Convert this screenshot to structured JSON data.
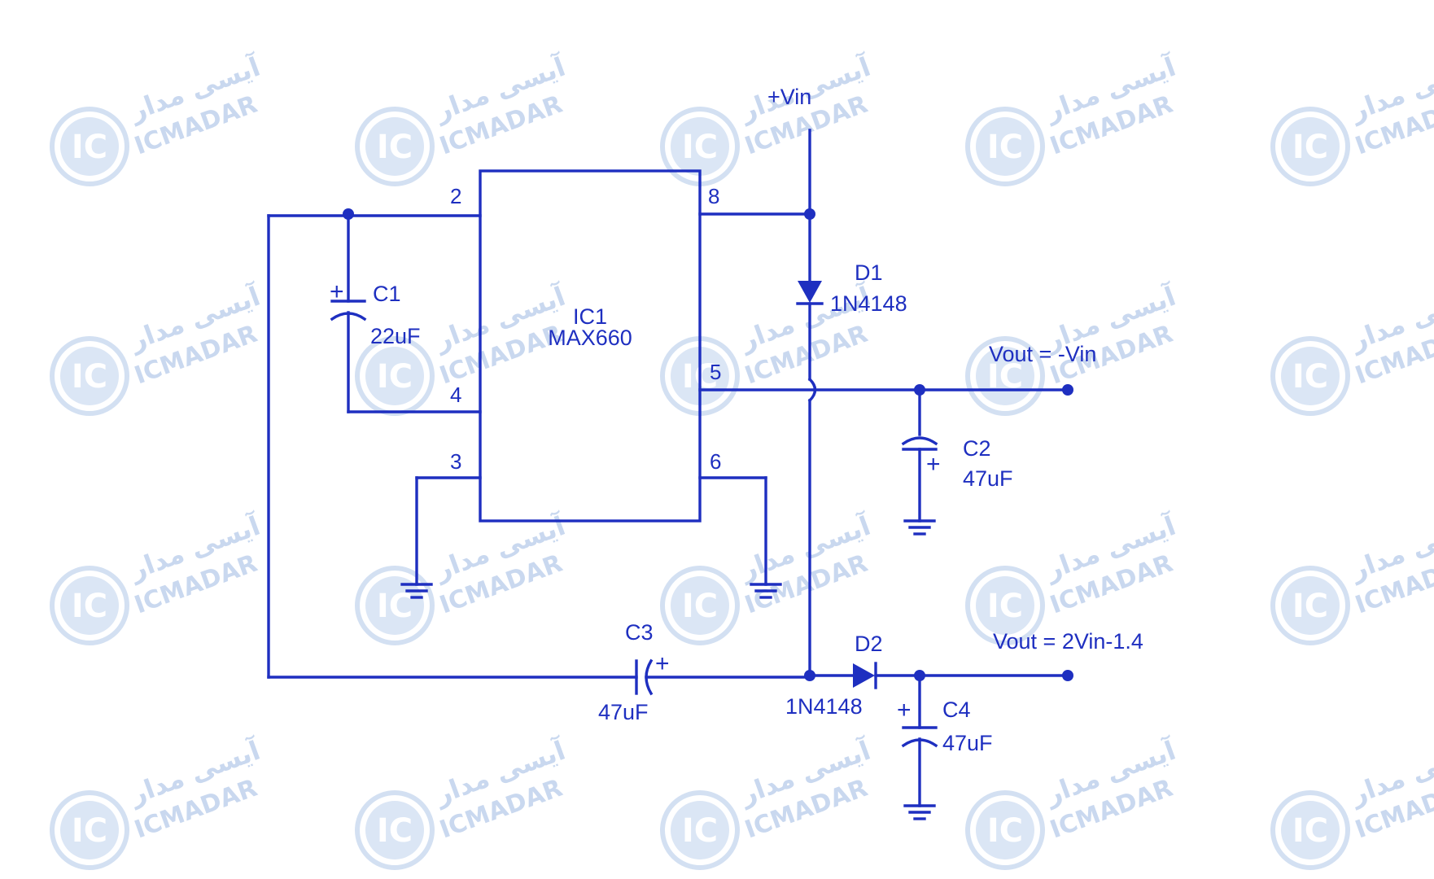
{
  "watermark": {
    "brand": "ICMADAR",
    "brand_fa": "آیسی مدار",
    "badge": "IC"
  },
  "ic": {
    "ref": "IC1",
    "part": "MAX660",
    "pins": {
      "p2": "2",
      "p4": "4",
      "p3": "3",
      "p8": "8",
      "p5": "5",
      "p6": "6"
    }
  },
  "components": {
    "c1": {
      "ref": "C1",
      "value": "22uF"
    },
    "c2": {
      "ref": "C2",
      "value": "47uF"
    },
    "c3": {
      "ref": "C3",
      "value": "47uF"
    },
    "c4": {
      "ref": "C4",
      "value": "47uF"
    },
    "d1": {
      "ref": "D1",
      "value": "1N4148"
    },
    "d2": {
      "ref": "D2",
      "value": "1N4148"
    }
  },
  "nets": {
    "vin": "+Vin",
    "vout_neg": "Vout = -Vin",
    "vout_double": "Vout = 2Vin-1.4"
  },
  "colors": {
    "wire": "#1e2fc0",
    "watermark": "#c9d8ef"
  }
}
